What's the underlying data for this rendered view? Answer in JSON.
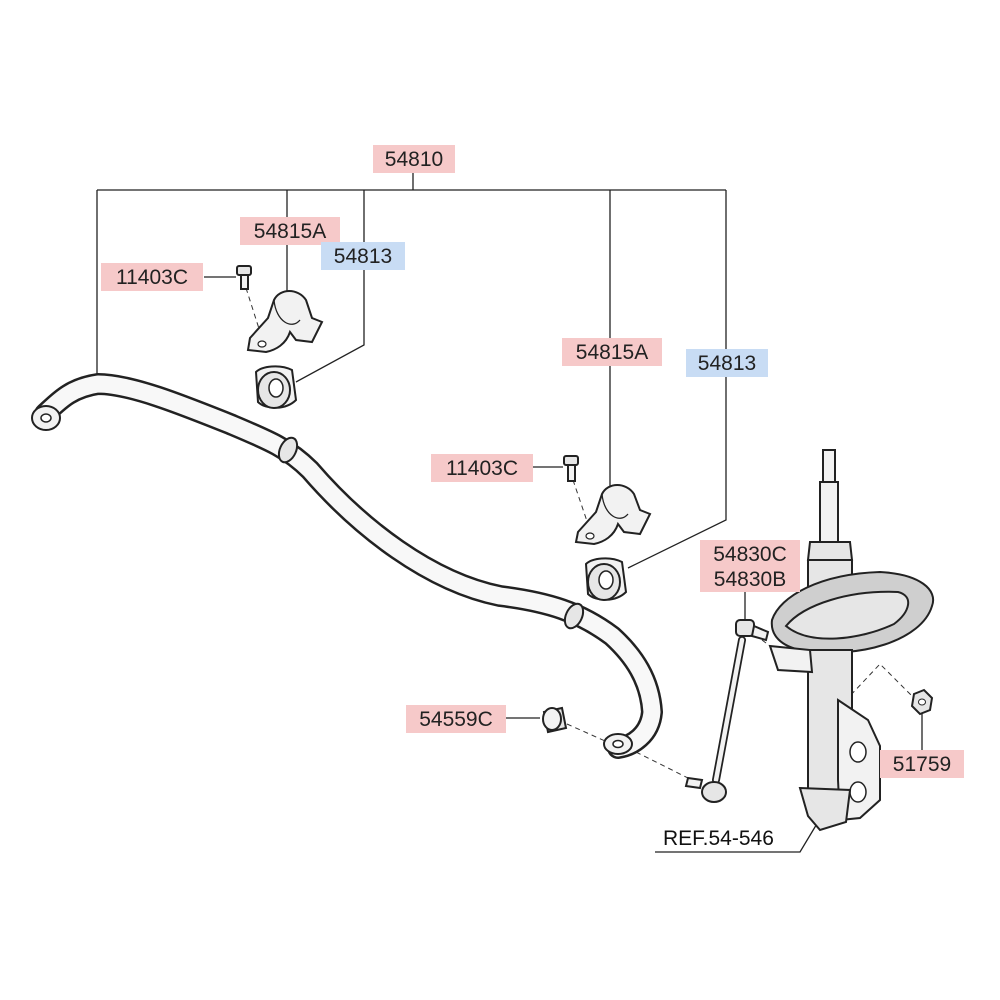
{
  "colors": {
    "label_red_bg": "#f6c9c9",
    "label_blue_bg": "#c8dcf4",
    "line": "#222222"
  },
  "labels": {
    "top_assembly": "54810",
    "bracket_left": "54815A",
    "bushing_left": "54813",
    "bolt_left": "11403C",
    "bracket_right": "54815A",
    "bushing_right": "54813",
    "bolt_right": "11403C",
    "link_upper": "54830C",
    "link_lower": "54830B",
    "end_bushing": "54559C",
    "nut": "51759",
    "reference": "REF.54-546"
  }
}
